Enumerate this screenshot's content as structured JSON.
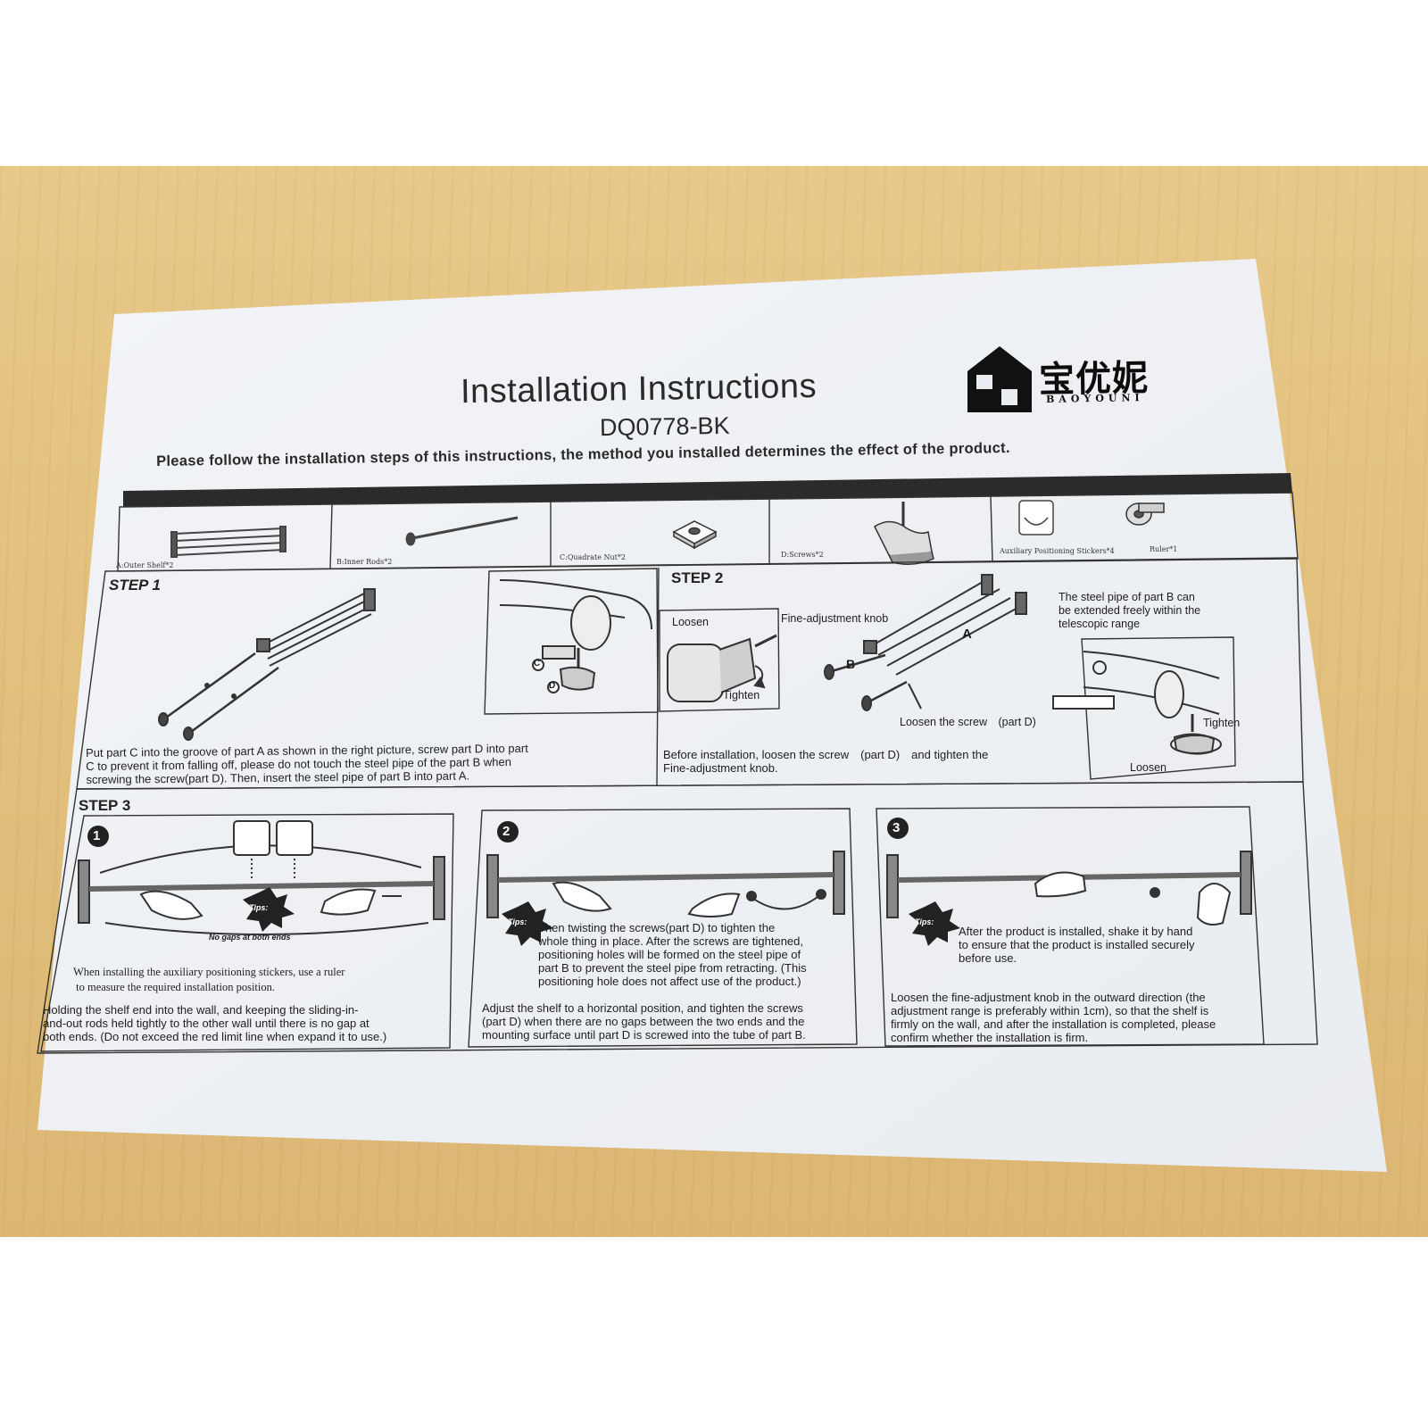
{
  "document": {
    "title": "Installation Instructions",
    "model": "DQ0778-BK",
    "intro": "Please follow the installation steps of this instructions, the method you installed determines the effect of the product."
  },
  "brand": {
    "chinese": "宝优妮",
    "english": "BAOYOUNI"
  },
  "parts": [
    {
      "label": "A:Outer Shelf*2"
    },
    {
      "label": "B:Inner Rods*2"
    },
    {
      "label": "C:Quadrate Nut*2"
    },
    {
      "label": "D:Screws*2"
    },
    {
      "label": "Auxiliary Positioning Stickers*4"
    },
    {
      "label": "Ruler*1"
    }
  ],
  "step1": {
    "heading": "STEP 1",
    "callout_c": "C",
    "callout_d": "D",
    "text": [
      "Put part C into the groove of part A as shown in the right picture,  screw part D into part",
      "C to prevent it from falling off,  please  do not touch the steel pipe of the part B when",
      "screwing the screw(part  D).  Then,  insert the steel pipe of part B into part A."
    ]
  },
  "step2": {
    "heading": "STEP 2",
    "loosen": "Loosen",
    "tighten": "Tighten",
    "fine_knob": "Fine-adjustment knob",
    "label_a": "A",
    "label_b": "B",
    "loosen_screw": "Loosen the screw　(part  D)",
    "pipe_note": [
      "The steel pipe of part B can",
      "be extended freely within the",
      "telescopic range"
    ],
    "tighten2": "Tighten",
    "loosen2": "Loosen",
    "text": [
      "Before installation, loosen the screw　(part  D)　and tighten the",
      "Fine-adjustment knob."
    ]
  },
  "step3": {
    "heading": "STEP 3",
    "tips_label": "Tips:",
    "panel1": {
      "number": "1",
      "gap_note": "No gaps at both ends",
      "tip": [
        "When installing the auxiliary positioning stickers, use a ruler",
        " to measure the required installation position."
      ],
      "text": [
        "Holding the shelf end into the wall, and keeping the sliding-in-",
        "and-out rods held tightly to the other wall until there is no gap at",
        "both ends. (Do not exceed the red limit line when expand it to use.)"
      ]
    },
    "panel2": {
      "number": "2",
      "tip": [
        "Then twisting the screws(part D) to tighten the",
        "whole thing in place. After the screws are tightened,",
        "positioning holes will be formed on the steel pipe of",
        "part B to prevent the steel pipe from retracting. (This",
        "positioning hole does not affect use of the product.)"
      ],
      "text": [
        "Adjust the shelf to a horizontal position, and tighten the screws",
        "(part D) when there are no gaps between the two ends and the",
        "mounting surface until part D is screwed into the tube of part B."
      ]
    },
    "panel3": {
      "number": "3",
      "tip": [
        "After the product is installed, shake it by hand",
        "to ensure that the product is installed securely",
        "before use."
      ],
      "text": [
        "Loosen the fine-adjustment knob in the outward direction (the",
        "adjustment range is preferably within 1cm), so that the shelf is",
        "firmly on the wall, and after the installation is completed, please",
        "confirm whether the installation is firm."
      ]
    }
  }
}
